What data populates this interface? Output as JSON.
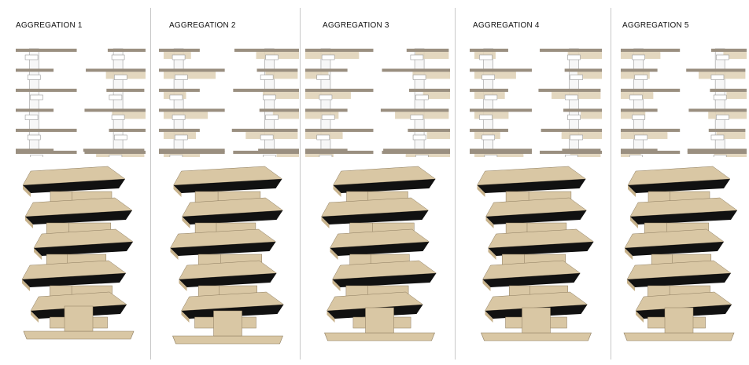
{
  "panels": [
    {
      "title": "AGGREGATION 1"
    },
    {
      "title": "AGGREGATION 2"
    },
    {
      "title": "AGGREGATION 3"
    },
    {
      "title": "AGGREGATION 4"
    },
    {
      "title": "AGGREGATION 5"
    }
  ],
  "colors": {
    "slab_top": "#9a8f80",
    "slab_fill": "#e0d3b8",
    "core_outline": "#9a9a9a",
    "tower_face": "#d9c7a4",
    "tower_shadow": "#111111",
    "divider": "#c8c8c8"
  }
}
